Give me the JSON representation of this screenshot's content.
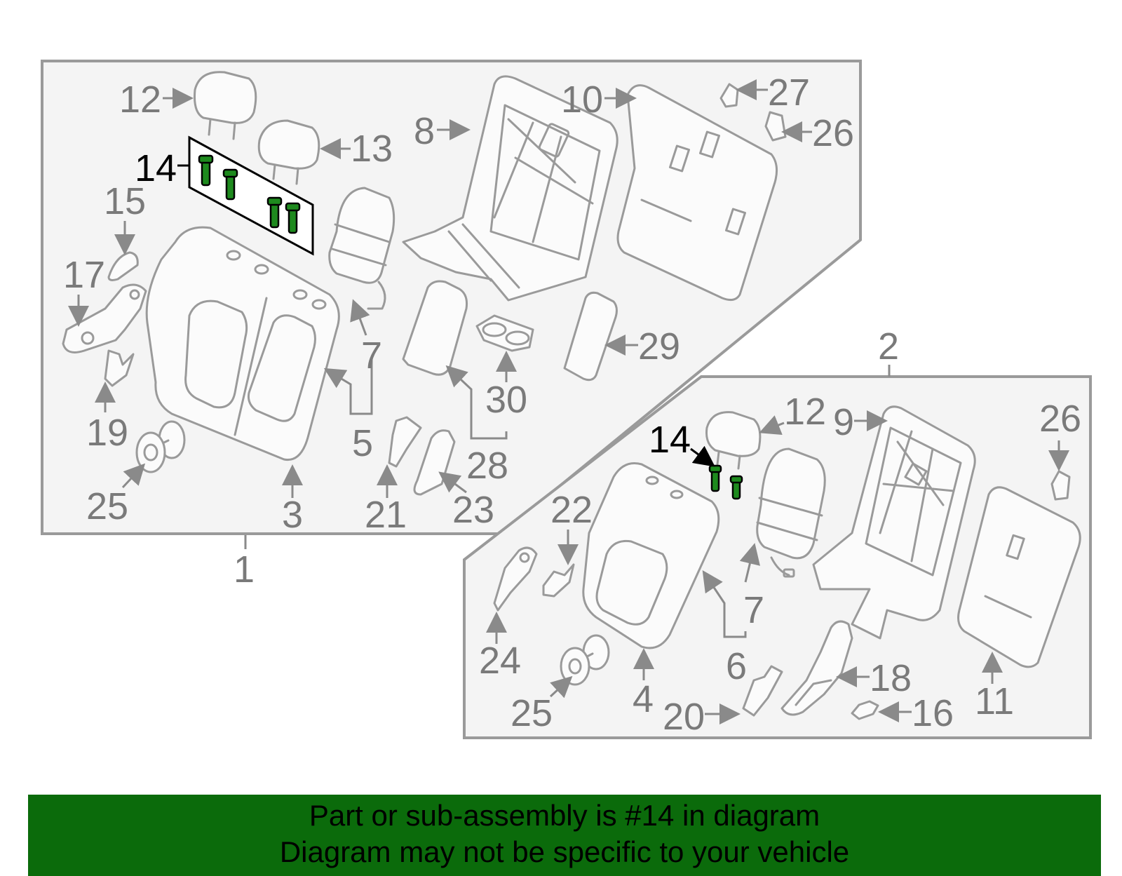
{
  "callouts_group1": {
    "1": "1",
    "3": "3",
    "5": "5",
    "7": "7",
    "8": "8",
    "10": "10",
    "12": "12",
    "13": "13",
    "14": "14",
    "15": "15",
    "17": "17",
    "19": "19",
    "21": "21",
    "23": "23",
    "25": "25",
    "26": "26",
    "27": "27",
    "28": "28",
    "29": "29",
    "30": "30"
  },
  "callouts_group2": {
    "2": "2",
    "4": "4",
    "6": "6",
    "7": "7",
    "9": "9",
    "11": "11",
    "12": "12",
    "14": "14",
    "16": "16",
    "18": "18",
    "20": "20",
    "22": "22",
    "24": "24",
    "25": "25",
    "26": "26"
  },
  "highlight": {
    "part_number": "14",
    "color": "#1e8a1e"
  },
  "banner": {
    "line1": "Part or sub-assembly is #14 in diagram",
    "line2": "Diagram may not be specific to your vehicle",
    "background": "#0b6b0b"
  }
}
